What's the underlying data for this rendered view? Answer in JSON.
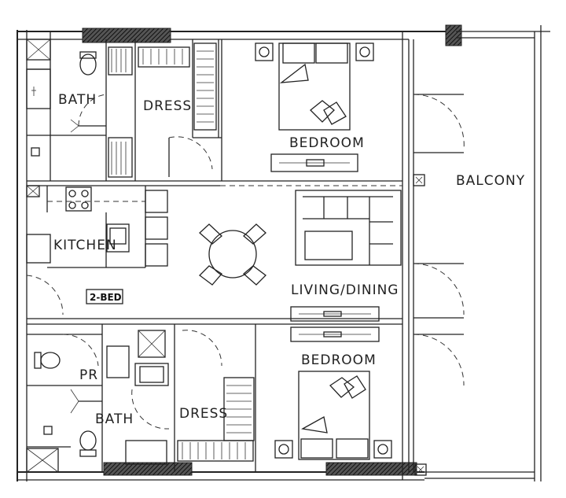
{
  "plan": {
    "unit_tag": "2-BED",
    "rooms": {
      "bath_top": "BATH",
      "dress_top": "DRESS",
      "bedroom_top": "BEDROOM",
      "balcony": "BALCONY",
      "kitchen": "KITCHEN",
      "living_dining": "LIVING/DINING",
      "pr": "PR",
      "bedroom_bottom": "BEDROOM",
      "bath_bottom": "BATH",
      "dress_bottom": "DRESS"
    }
  }
}
